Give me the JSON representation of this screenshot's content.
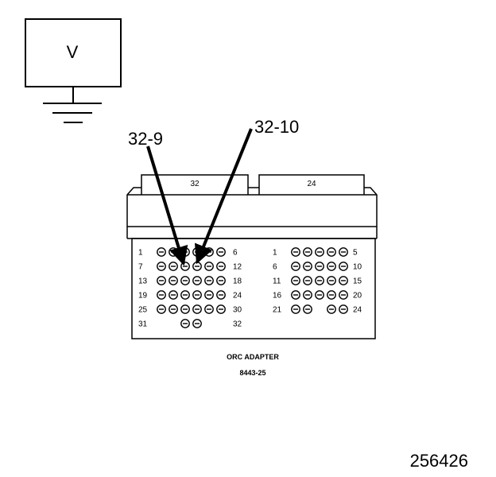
{
  "meter": {
    "label": "V"
  },
  "callouts": [
    {
      "label": "32-9"
    },
    {
      "label": "32-10"
    }
  ],
  "connector_left": {
    "header": "32",
    "rows": [
      {
        "start": "1",
        "end": "6",
        "pins": [
          1,
          1,
          1,
          1,
          1,
          1
        ]
      },
      {
        "start": "7",
        "end": "12",
        "pins": [
          1,
          1,
          1,
          1,
          1,
          1
        ]
      },
      {
        "start": "13",
        "end": "18",
        "pins": [
          1,
          1,
          1,
          1,
          1,
          1
        ]
      },
      {
        "start": "19",
        "end": "24",
        "pins": [
          1,
          1,
          1,
          1,
          1,
          1
        ]
      },
      {
        "start": "25",
        "end": "30",
        "pins": [
          1,
          1,
          1,
          1,
          1,
          1
        ]
      },
      {
        "start": "31",
        "end": "32",
        "pins": [
          0,
          0,
          1,
          1,
          0,
          0
        ]
      }
    ]
  },
  "connector_right": {
    "header": "24",
    "rows": [
      {
        "start": "1",
        "end": "5",
        "pins": [
          1,
          1,
          1,
          1,
          1
        ]
      },
      {
        "start": "6",
        "end": "10",
        "pins": [
          1,
          1,
          1,
          1,
          1
        ]
      },
      {
        "start": "11",
        "end": "15",
        "pins": [
          1,
          1,
          1,
          1,
          1
        ]
      },
      {
        "start": "16",
        "end": "20",
        "pins": [
          1,
          1,
          1,
          1,
          1
        ]
      },
      {
        "start": "21",
        "end": "24",
        "pins": [
          1,
          1,
          0,
          1,
          1
        ]
      }
    ]
  },
  "caption": {
    "line1": "ORC ADAPTER",
    "line2": "8443-25"
  },
  "figure_number": "256426"
}
